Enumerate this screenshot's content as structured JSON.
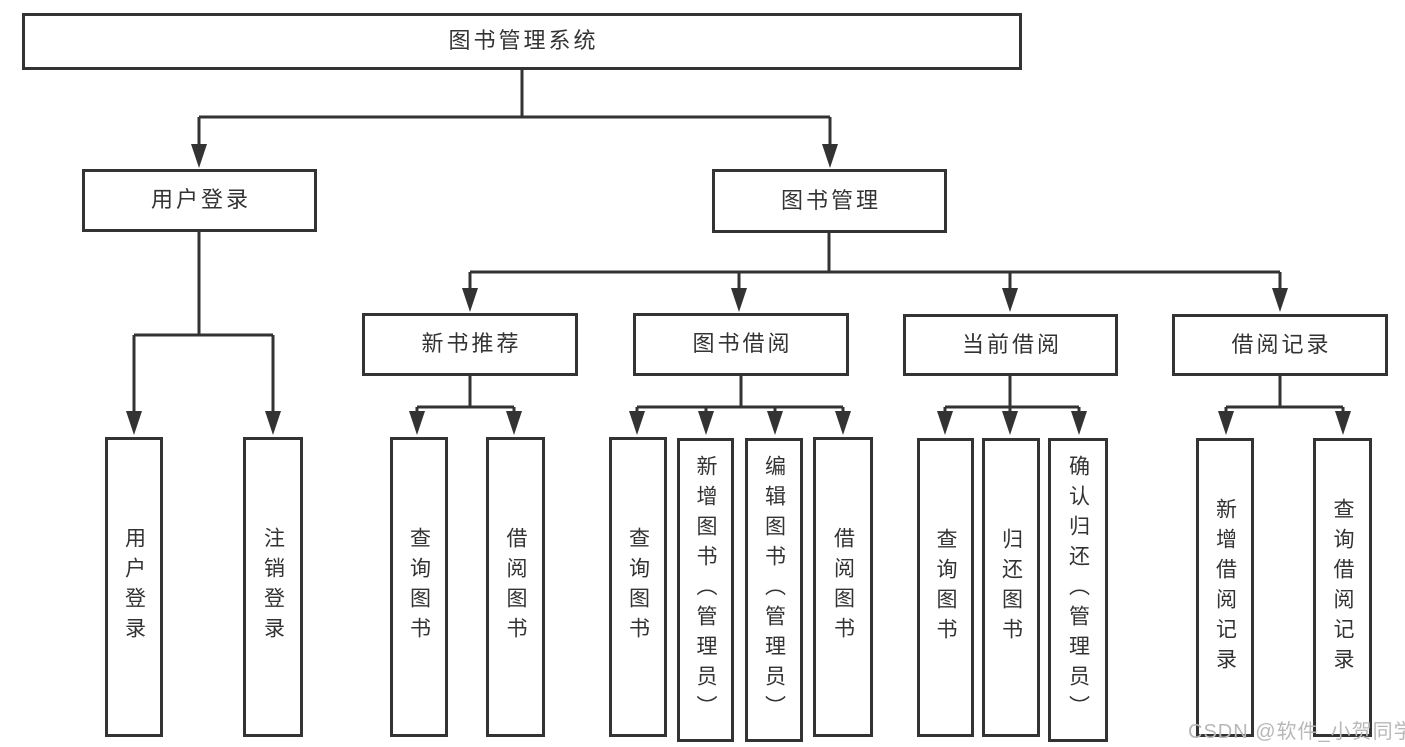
{
  "colors": {
    "line": "#333333",
    "text": "#333333",
    "box_background": "#ffffff",
    "page_background": "#ffffff",
    "watermark": "#b8b8b8"
  },
  "watermark": "CSDN @软件_小贺同学",
  "tree": {
    "label": "图书管理系统",
    "children": [
      {
        "label": "用户登录",
        "children": [
          {
            "label": "用户登录"
          },
          {
            "label": "注销登录"
          }
        ]
      },
      {
        "label": "图书管理",
        "children": [
          {
            "label": "新书推荐",
            "children": [
              {
                "label": "查询图书"
              },
              {
                "label": "借阅图书"
              }
            ]
          },
          {
            "label": "图书借阅",
            "children": [
              {
                "label": "查询图书"
              },
              {
                "label": "新增图书（管理员）"
              },
              {
                "label": "编辑图书（管理员）"
              },
              {
                "label": "借阅图书"
              }
            ]
          },
          {
            "label": "当前借阅",
            "children": [
              {
                "label": "查询图书"
              },
              {
                "label": "归还图书"
              },
              {
                "label": "确认归还（管理员）"
              }
            ]
          },
          {
            "label": "借阅记录",
            "children": [
              {
                "label": "新增借阅记录"
              },
              {
                "label": "查询借阅记录"
              }
            ]
          }
        ]
      }
    ]
  }
}
